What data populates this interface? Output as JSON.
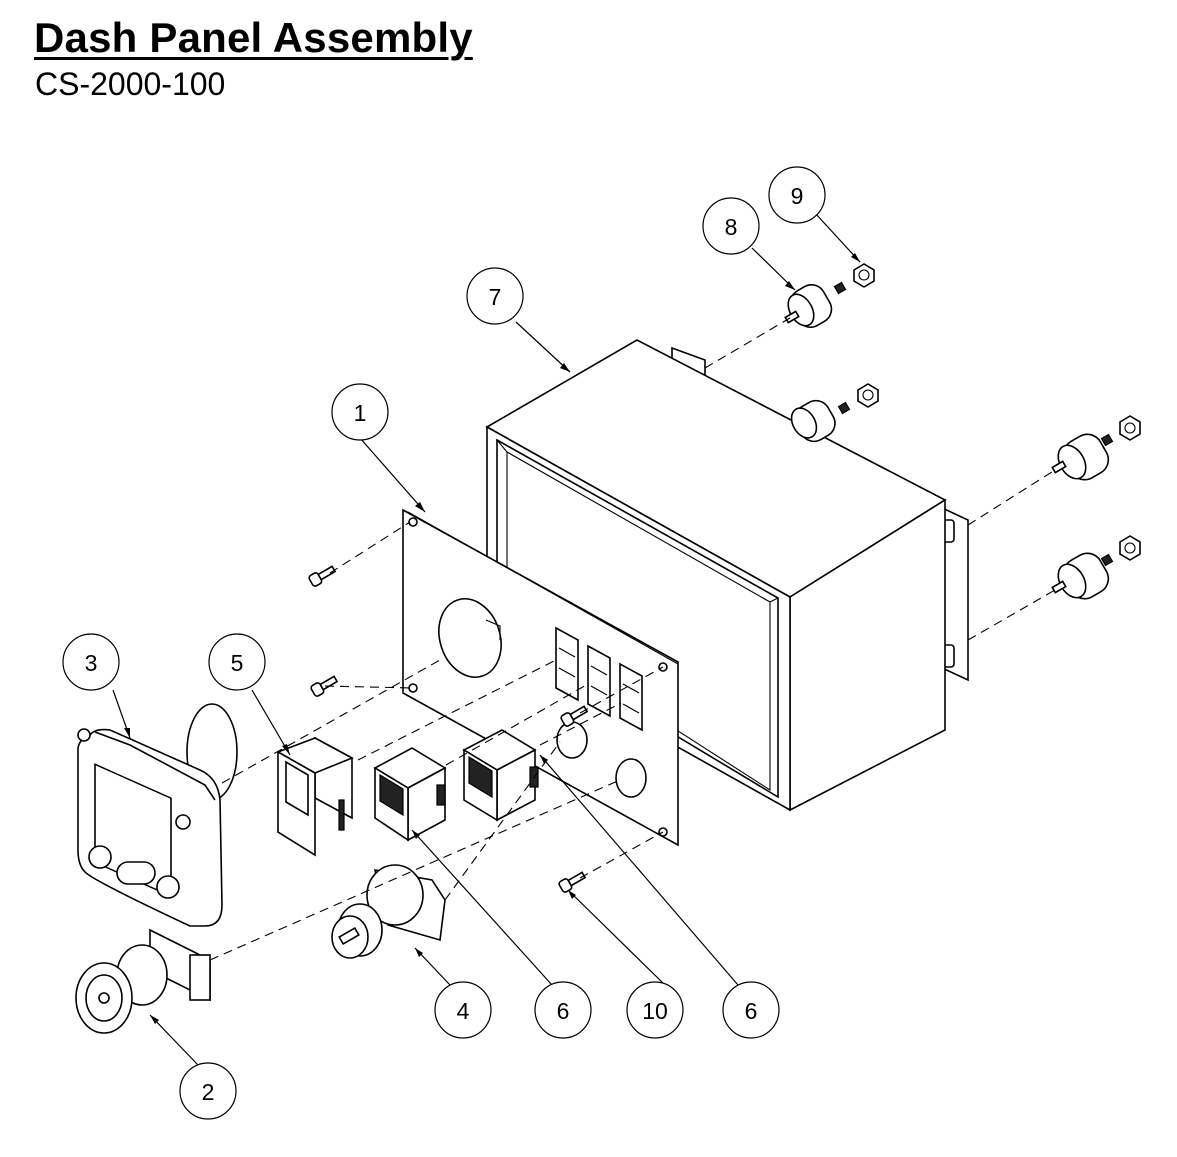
{
  "title": "Dash Panel Assembly",
  "part_number": "CS-2000-100",
  "callouts": [
    {
      "id": "1",
      "label": "1"
    },
    {
      "id": "2",
      "label": "2"
    },
    {
      "id": "3",
      "label": "3"
    },
    {
      "id": "4",
      "label": "4"
    },
    {
      "id": "5",
      "label": "5"
    },
    {
      "id": "6a",
      "label": "6"
    },
    {
      "id": "6b",
      "label": "6"
    },
    {
      "id": "7",
      "label": "7"
    },
    {
      "id": "8",
      "label": "8"
    },
    {
      "id": "9",
      "label": "9"
    },
    {
      "id": "10",
      "label": "10"
    }
  ]
}
